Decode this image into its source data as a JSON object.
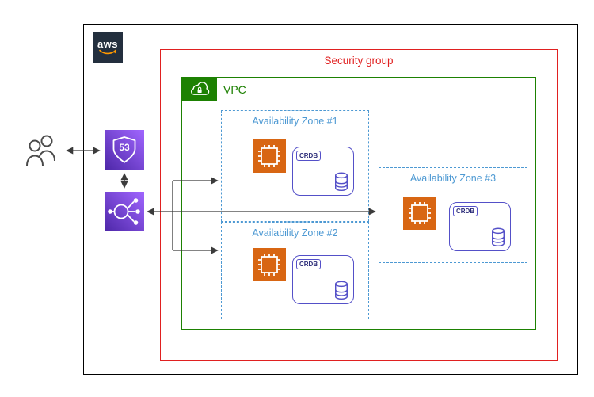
{
  "aws_cloud": {
    "logo_text": "aws"
  },
  "security_group": {
    "label": "Security group"
  },
  "vpc": {
    "label": "VPC"
  },
  "zones": [
    {
      "label": "Availability Zone #1",
      "node_label": "CRDB"
    },
    {
      "label": "Availability Zone #2",
      "node_label": "CRDB"
    },
    {
      "label": "Availability Zone #3",
      "node_label": "CRDB"
    }
  ],
  "route53": {
    "label": "53"
  },
  "colors": {
    "security_group": "#e02020",
    "vpc_green": "#1d8102",
    "availability_zone_blue": "#4d99d3",
    "compute_orange": "#d86613",
    "crdb_purple": "#5450c8",
    "network_gradient_start": "#4d27a8",
    "network_gradient_end": "#a166ff",
    "aws_logo_bg": "#232f3e",
    "aws_smile_orange": "#ff9900",
    "arrow": "#3b3b3b"
  },
  "icons": {
    "users": "two-users-outline",
    "route53": "shield-with-53",
    "load_balancer": "circle-network-nodes",
    "vpc": "cloud-with-lock",
    "compute": "chip-with-pins",
    "database": "cylinder",
    "aws_logo": "aws-smile"
  }
}
